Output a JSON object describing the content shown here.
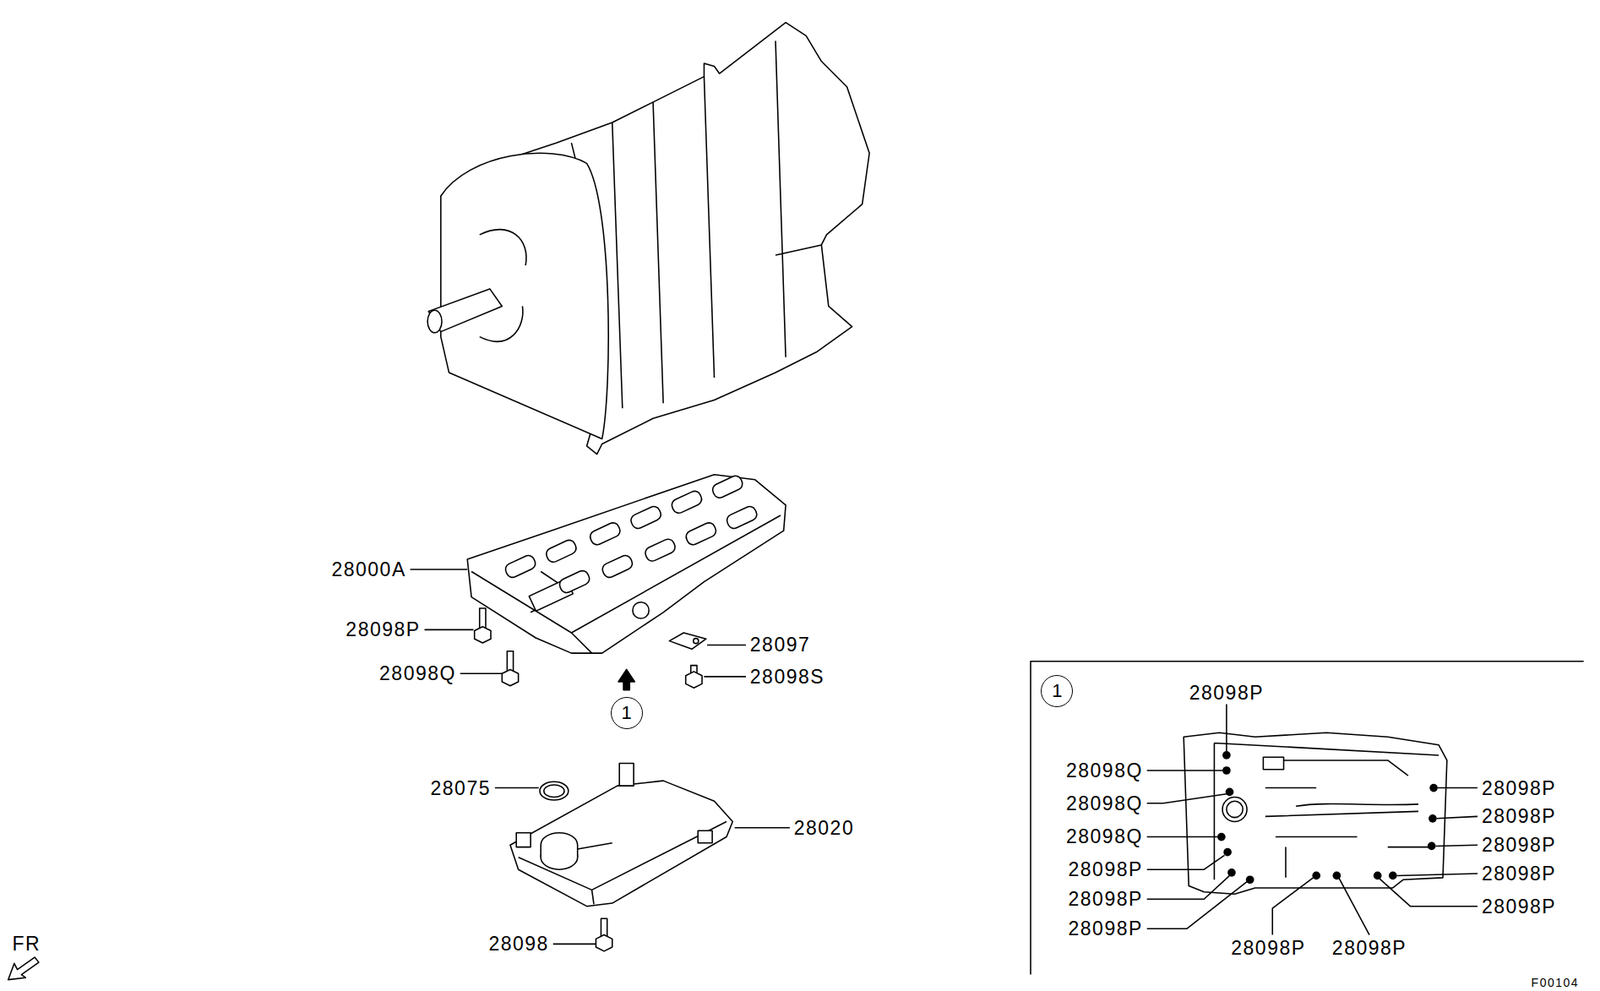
{
  "diagram": {
    "nodes": [
      {
        "text": [
          "1"
        ]
      },
      {
        "text": [
          "1"
        ]
      }
    ],
    "labels": [
      "28000A",
      "28098P",
      "28098Q",
      "28097",
      "28098S",
      "28075",
      "28020",
      "28098",
      "FR",
      "28098P",
      "28098Q",
      "28098Q",
      "28098Q",
      "28098P",
      "28098P",
      "28098P",
      "28098P",
      "28098P",
      "28098P",
      "28098P",
      "28098P",
      "28098P",
      "28098P",
      "F00104"
    ]
  }
}
